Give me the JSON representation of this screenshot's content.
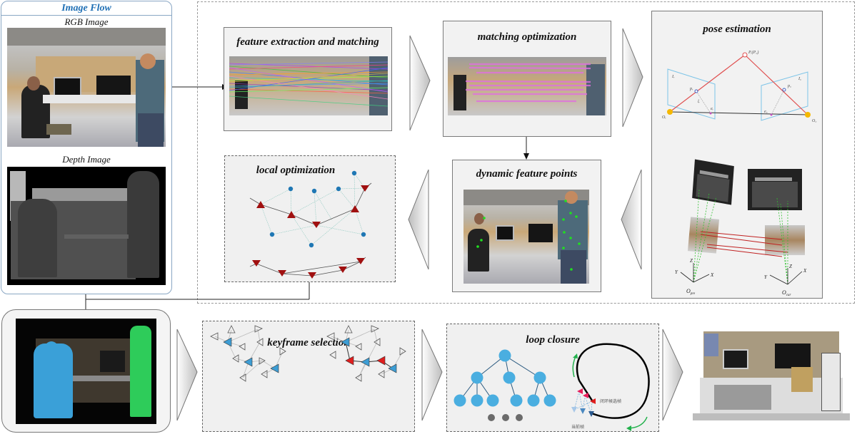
{
  "image_flow": {
    "title": "Image Flow",
    "rgb_label": "RGB Image",
    "depth_label": "Depth Image",
    "title_color": "#1f6fb5",
    "border_color": "#8aa7c4"
  },
  "stages": {
    "feature_extraction": {
      "title": "feature extraction and matching"
    },
    "matching_optimization": {
      "title": "matching optimization"
    },
    "pose_estimation": {
      "title": "pose estimation",
      "labels": {
        "point": "Pᵢ(P꜀)",
        "plane_ref": "Iᵣ",
        "plane_cur": "I꜀",
        "proj_ref": "pᵣ",
        "proj_cur": "p꜀",
        "epi_line": "lᵣ",
        "epipole_ref": "eᵣ",
        "epipole_cur": "e꜀",
        "origin_ref": "Oᵣ",
        "origin_cur": "O꜀",
        "axis_x": "X",
        "axis_y": "Y",
        "axis_z": "Z",
        "frame_prev": "O",
        "frame_prev_sub": "pre",
        "frame_cur": "O",
        "frame_cur_sub": "cur"
      }
    },
    "dynamic_feature_points": {
      "title": "dynamic feature points"
    },
    "local_optimization": {
      "title": "local optimization"
    },
    "keyframe_selection": {
      "title": "keyframe selection"
    },
    "loop_closure": {
      "title": "loop closure",
      "candidate_label": "闭环候选帧",
      "current_label": "当前帧"
    }
  },
  "colors": {
    "keyframe_blue": "#3d9dd4",
    "selected_red": "#e01e1e",
    "landmark_blue": "#1f77b4",
    "pose_red": "#a01010",
    "tree_node": "#4aaee0",
    "dots_gray": "#6b6b6b",
    "loop_green": "#22b14c",
    "epipolar_red": "#e05050",
    "plane_blue": "#7cc4e8",
    "camera_orange": "#f5b800",
    "segment_blue": "#3aa0d8",
    "segment_green": "#2ecc5a"
  }
}
